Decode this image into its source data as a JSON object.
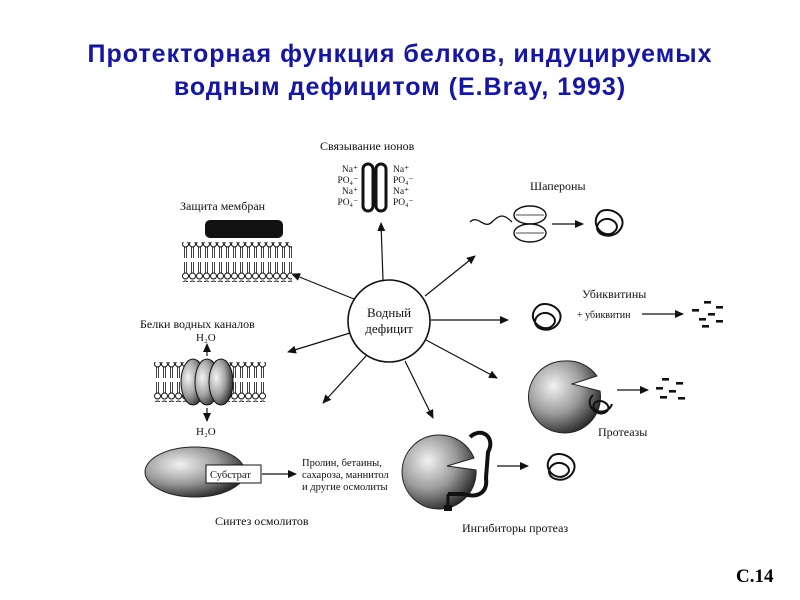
{
  "title": {
    "line1": "Протекторная функция белков, индуцируемых",
    "line2": "водным дефицитом (E.Bray, 1993)"
  },
  "diagram": {
    "center": {
      "line1": "Водный",
      "line2": "дефицит"
    },
    "ion_binding": {
      "label": "Связывание ионов",
      "ions_left": [
        "Na⁺",
        "PO₄⁻",
        "Na⁺",
        "PO₄⁻"
      ],
      "ions_right": [
        "Na⁺",
        "PO₄⁻",
        "Na⁺",
        "PO₄⁻"
      ]
    },
    "membrane_protection": {
      "label": "Защита мембран"
    },
    "chaperones": {
      "label": "Шапероны"
    },
    "ubiquitins": {
      "label": "Убиквитины",
      "plus": "+ убиквитин"
    },
    "water_channels": {
      "label": "Белки водных каналов",
      "h2o_top": "H₂O",
      "h2o_bottom": "H₂O"
    },
    "proteases": {
      "label": "Протеазы"
    },
    "osmolyte_synthesis": {
      "label": "Синтез осмолитов",
      "substrate": "Субстрат",
      "products_line1": "Пролин, бетаины,",
      "products_line2": "сахароза, маннитол",
      "products_line3": "и другие осмолиты"
    },
    "protease_inhibitors": {
      "label": "Ингибиторы протеаз"
    }
  },
  "page_number": "С.14"
}
